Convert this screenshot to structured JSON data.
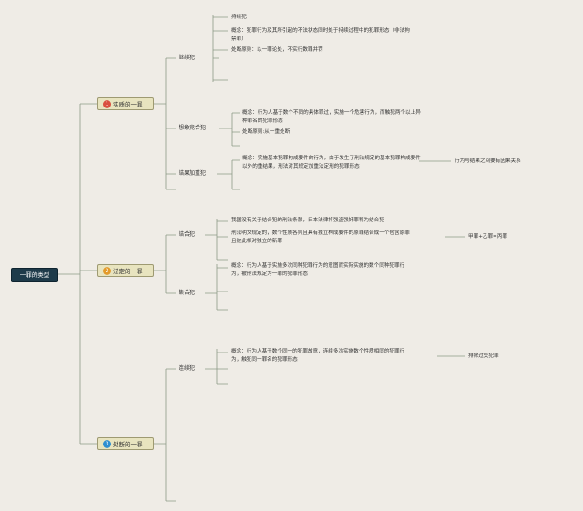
{
  "root": {
    "label": "一罪的类型"
  },
  "branches": [
    {
      "number": "1",
      "label": "实质的一罪",
      "color": "#d9503f",
      "children": [
        {
          "label": "继续犯",
          "leaves": [
            "持续犯",
            "概念：犯罪行为及其所引起的不法状态同时处于持续过程中的犯罪形态（非法拘",
            "禁罪）",
            "处断原则：以一罪论处，不实行数罪并罚"
          ]
        },
        {
          "label": "想象竞合犯",
          "leaves": [
            "概念：行为人基于数个不同的具体罪过，实施一个危害行为，而触犯两个以上异",
            "种罪名的犯罪形态",
            "处断原则:从一重处断"
          ]
        },
        {
          "label": "结果加重犯",
          "leaves": [
            "概念：实施基本犯罪构成要件的行为，由于发生了刑法规定的基本犯罪构成要件",
            "以外的重结果，刑法对其规定加重法定刑的犯罪形态"
          ],
          "note": "行为与结果之间要有因果关系"
        }
      ]
    },
    {
      "number": "2",
      "label": "法定的一罪",
      "color": "#e39a2a",
      "children": [
        {
          "label": "结合犯",
          "leaves": [
            "我国没有关于结合犯的刑法条款，日本法律将强盗强奸罪称为结合犯",
            "刑法明文规定的，数个性质各异且具有独立构成要件的原罪结合成一个包含原罪",
            "且彼此相对独立的新罪"
          ],
          "note": "甲罪+乙罪=丙罪"
        },
        {
          "label": "集合犯",
          "leaves": [
            "概念：行为人基于实施多次同种犯罪行为的意图而实际实施的数个同种犯罪行",
            "为，被刑法规定为一罪的犯罪形态"
          ]
        }
      ]
    },
    {
      "number": "3",
      "label": "处断的一罪",
      "color": "#2f8fd0",
      "children": [
        {
          "label": "连续犯",
          "leaves": [
            "概念：行为人基于数个同一的犯罪故意，连续多次实施数个性质相同的犯罪行",
            "为，触犯同一罪名的犯罪形态"
          ],
          "note": "排除过失犯罪"
        }
      ]
    }
  ]
}
